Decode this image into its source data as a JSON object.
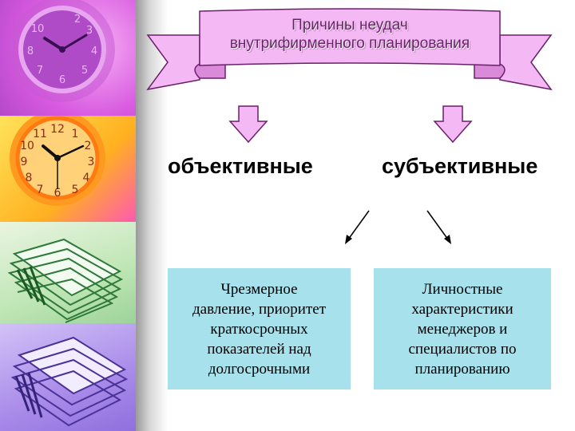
{
  "title": {
    "line1": "Причины неудач",
    "line2": "внутрифирменного планирования"
  },
  "categories": {
    "objective": "объективные",
    "subjective": "субъективные"
  },
  "boxes": {
    "left": [
      "Чрезмерное",
      "давление, приоритет",
      "краткосрочных",
      "показателей над",
      "долгосрочными"
    ],
    "right": [
      "Личностные",
      "характеристики",
      "менеджеров и",
      "специалистов по",
      "планированию"
    ]
  },
  "colors": {
    "banner": "#f4b8f4",
    "banner_outline": "#6b1f6b",
    "arrow": "#f4b8f4",
    "box": "#a6e1ec"
  },
  "clock": {
    "numbers": [
      "12",
      "1",
      "2",
      "3",
      "4",
      "5",
      "6",
      "7",
      "8",
      "9",
      "10",
      "11"
    ],
    "top_numbers": [
      "10",
      "8",
      "7",
      "6",
      "5",
      "4",
      "3",
      "2"
    ]
  }
}
